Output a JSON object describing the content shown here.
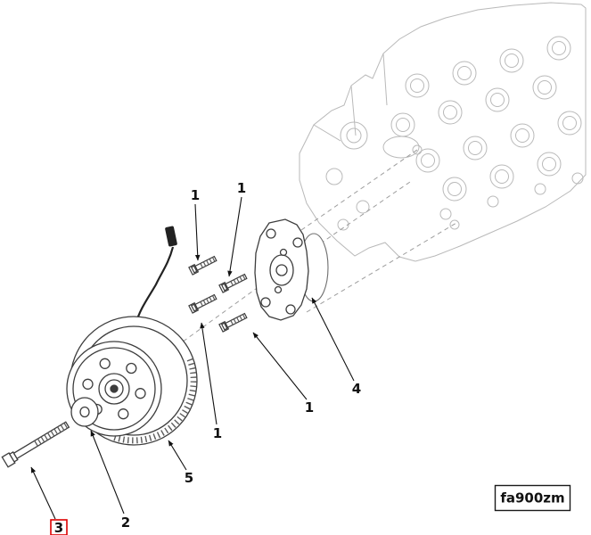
{
  "figure": {
    "code": "fa900zm",
    "highlight_color": "#dd0000",
    "callouts": [
      {
        "id": "mounting-bolt-top-left",
        "label": "1"
      },
      {
        "id": "mounting-bolt-top-right",
        "label": "1"
      },
      {
        "id": "mounting-bolt-bottom-left",
        "label": "1"
      },
      {
        "id": "mounting-bolt-bottom-right",
        "label": "1"
      },
      {
        "id": "washer",
        "label": "2"
      },
      {
        "id": "pulley-bolt",
        "label": "3",
        "highlighted": true
      },
      {
        "id": "mounting-bracket",
        "label": "4"
      },
      {
        "id": "clutch-pulley-assembly",
        "label": "5"
      }
    ]
  }
}
